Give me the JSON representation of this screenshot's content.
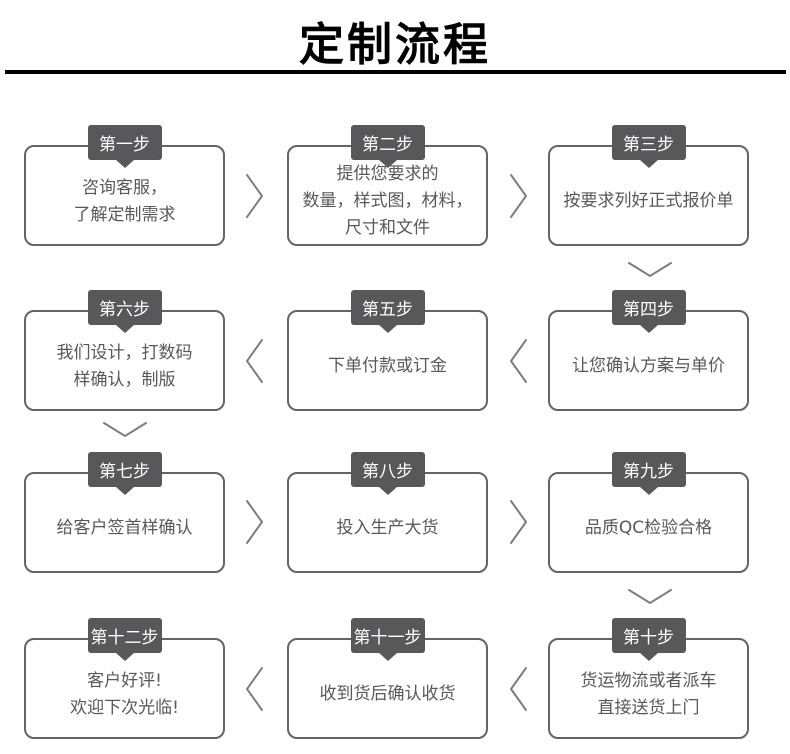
{
  "title": "定制流程",
  "steps": [
    {
      "label": "第一步",
      "lines": [
        "咨询客服，",
        "了解定制需求"
      ]
    },
    {
      "label": "第二步",
      "lines": [
        "提供您要求的",
        "数量，样式图，材料，",
        "尺寸和文件"
      ]
    },
    {
      "label": "第三步",
      "lines": [
        "按要求列好正式报价单"
      ]
    },
    {
      "label": "第四步",
      "lines": [
        "让您确认方案与单价"
      ]
    },
    {
      "label": "第五步",
      "lines": [
        "下单付款或订金"
      ]
    },
    {
      "label": "第六步",
      "lines": [
        "我们设计，打数码",
        "样确认，制版"
      ]
    },
    {
      "label": "第七步",
      "lines": [
        "给客户签首样确认"
      ]
    },
    {
      "label": "第八步",
      "lines": [
        "投入生产大货"
      ]
    },
    {
      "label": "第九步",
      "lines": [
        "品质QC检验合格"
      ]
    },
    {
      "label": "第十步",
      "lines": [
        "货运物流或者派车",
        "直接送货上门"
      ]
    },
    {
      "label": "第十一步",
      "lines": [
        "收到货后确认收货"
      ]
    },
    {
      "label": "第十二步",
      "lines": [
        "客户好评!",
        "欢迎下次光临!"
      ]
    }
  ],
  "flow": {
    "order": [
      1,
      2,
      3,
      4,
      5,
      6,
      7,
      8,
      9,
      10,
      11,
      12
    ],
    "arrows": [
      {
        "from": 1,
        "to": 2,
        "icon": "chevron-right-icon"
      },
      {
        "from": 2,
        "to": 3,
        "icon": "chevron-right-icon"
      },
      {
        "from": 3,
        "to": 4,
        "icon": "chevron-down-icon"
      },
      {
        "from": 4,
        "to": 5,
        "icon": "chevron-left-icon"
      },
      {
        "from": 5,
        "to": 6,
        "icon": "chevron-left-icon"
      },
      {
        "from": 6,
        "to": 7,
        "icon": "chevron-down-icon"
      },
      {
        "from": 7,
        "to": 8,
        "icon": "chevron-right-icon"
      },
      {
        "from": 8,
        "to": 9,
        "icon": "chevron-right-icon"
      },
      {
        "from": 9,
        "to": 10,
        "icon": "chevron-down-icon"
      },
      {
        "from": 10,
        "to": 11,
        "icon": "chevron-left-icon"
      },
      {
        "from": 11,
        "to": 12,
        "icon": "chevron-left-icon"
      }
    ]
  },
  "colors": {
    "badge_bg": "#58585a",
    "badge_text": "#ffffff",
    "box_border": "#646464",
    "body_text": "#595757",
    "title_text": "#000000",
    "divider": "#000000",
    "arrow": "#7d7d7d"
  }
}
